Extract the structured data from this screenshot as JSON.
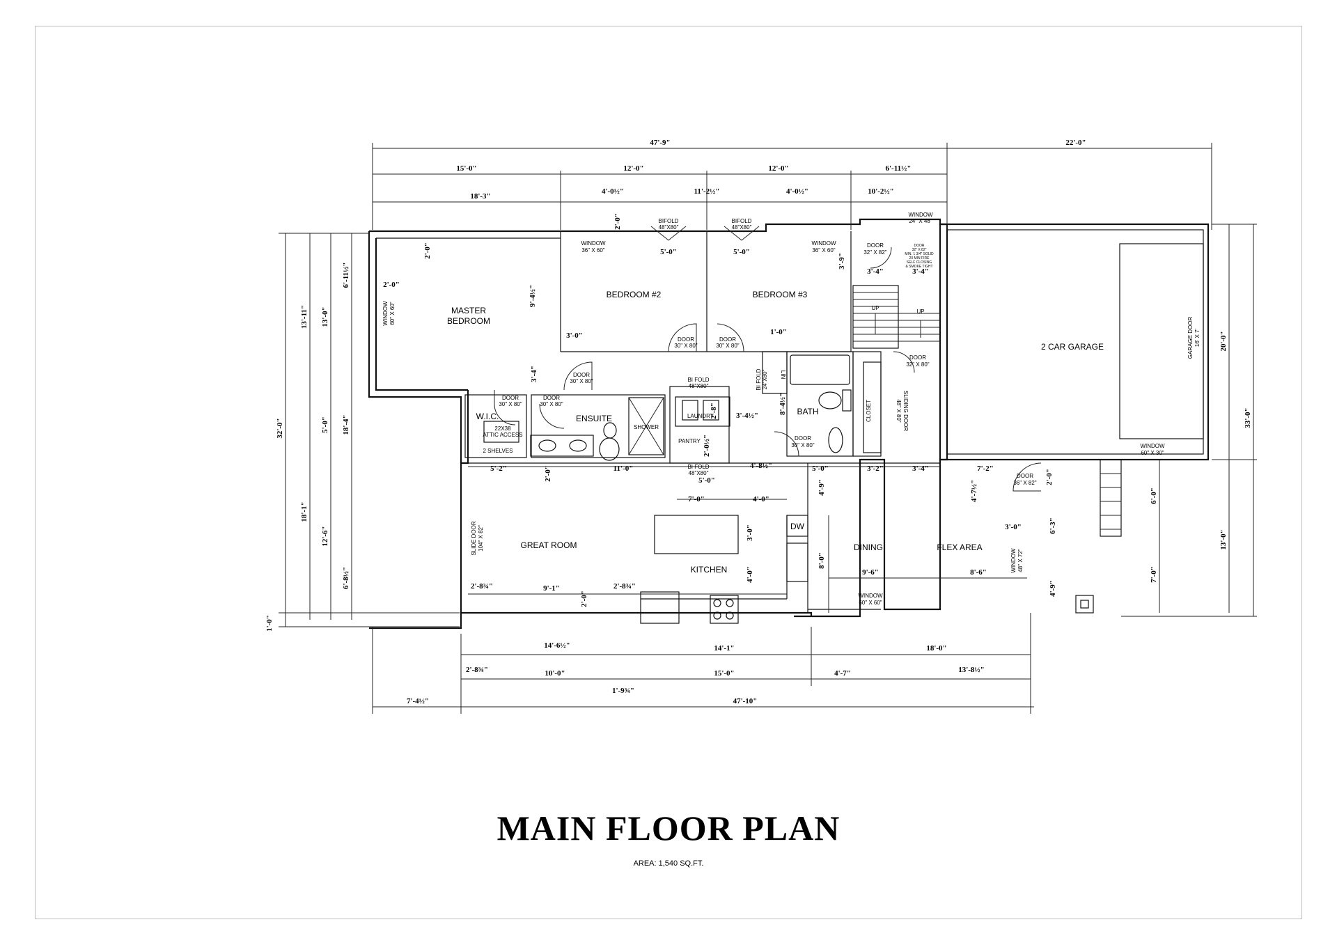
{
  "title": "MAIN FLOOR PLAN",
  "area": "AREA: 1,540 SQ.FT.",
  "rooms": {
    "master_bedroom_1": "MASTER",
    "master_bedroom_2": "BEDROOM",
    "bedroom2": "BEDROOM #2",
    "bedroom3": "BEDROOM #3",
    "garage": "2 CAR GARAGE",
    "wic": "W.I.C.",
    "ensuite": "ENSUITE",
    "shower": "SHOWER",
    "laundry": "LAUNDRY",
    "pantry": "PANTRY",
    "bath": "BATH",
    "closet": "CLOSET",
    "great_room": "GREAT ROOM",
    "kitchen": "KITCHEN",
    "dining": "DINING",
    "flex": "FLEX AREA",
    "dw": "DW",
    "up1": "UP",
    "up2": "UP"
  },
  "notes": {
    "window_36x60_a": "WINDOW",
    "window_36x60_a2": "36\" X 60\"",
    "bifold1": "BIFOLD",
    "bifold1b": "48\"X80\"",
    "bifold2": "BIFOLD",
    "bifold2b": "48\"X80\"",
    "window_36x60_b": "WINDOW",
    "window_36x60_b2": "36\" X 60\"",
    "door_32x82": "DOOR",
    "door_32x82b": "32\" X 82\"",
    "window_24x48": "WINDOW",
    "window_24x48b": "24\" X 48\"",
    "door_b2": "DOOR",
    "door_b2b": "30\" X 80\"",
    "door_b3": "DOOR",
    "door_b3b": "30\" X 80\"",
    "door_ens": "DOOR",
    "door_ens_b": "30\" X 80\"",
    "door_wic": "DOOR",
    "door_wic_b": "30\" X 80\"",
    "door_ens2": "DOOR",
    "door_ens2_b": "30\" X 80\"",
    "bifold_laundry": "BI FOLD",
    "bifold_laundry_b": "48\"X80\"",
    "bifold_pantry": "BI FOLD",
    "bifold_pantry_b": "48\"X80\"",
    "bifold_lin": "BI FOLD",
    "bifold_lin_b": "24\"X80\"",
    "lin": "LIN",
    "door_bath": "DOOR",
    "door_bath_b": "30\" X 80\"",
    "door_stair": "DOOR",
    "door_stair_b": "32\" X 80\"",
    "sliding_door": "SLIDING DOOR",
    "sliding_door_b": "48\" X 80\"",
    "attic": "22X38",
    "attic_b": "ATTIC ACCESS",
    "shelves": "2 SHELVES",
    "window_master": "WINDOW",
    "window_master_b": "60\" X 60\"",
    "slide_door": "SLIDE DOOR",
    "slide_door_b": "104\" X 82\"",
    "garage_door": "GARAGE DOOR",
    "garage_door_b": "16' X 7'",
    "window_garage": "WINDOW",
    "window_garage_b": "60\" X 30\"",
    "door_entry": "DOOR",
    "door_entry_b": "36\" X 82\"",
    "window_flex": "WINDOW",
    "window_flex_b": "48\" X 72\"",
    "window_dining": "WINDOW",
    "window_dining_b": "60\" X 60\"",
    "garage_note_1": "DOOR",
    "garage_note_2": "32\" X 82\"",
    "garage_note_3": "MIN. 1 3/4\" SOLID",
    "garage_note_4": "20 MIN FIRE",
    "garage_note_5": "SELF CLOSING",
    "garage_note_6": "& SMOKE TIGHT"
  },
  "dims": {
    "top_total": "47'-9\"",
    "garage_width": "22'-0\"",
    "t15": "15'-0\"",
    "t12a": "12'-0\"",
    "t12b": "12'-0\"",
    "t6": "6'-11½\"",
    "t18": "18'-3\"",
    "t4a": "4'-0½\"",
    "t11": "11'-2½\"",
    "t4b": "4'-0½\"",
    "t10": "10'-2½\"",
    "t2v": "2'-0\"",
    "b5a": "5'-0\"",
    "b5b": "5'-0\"",
    "r39": "3'-9\"",
    "s34a": "3'-4\"",
    "s34b": "3'-4\"",
    "m20": "2'-0\"",
    "m20h": "2'-0\"",
    "m94": "9'-4½\"",
    "m30": "3'-0\"",
    "e34": "3'-4\"",
    "b10": "1'-0\"",
    "l28": "2'-8\"",
    "l34": "3'-4½\"",
    "l84": "8'-4½\"",
    "l20": "2'-0½\"",
    "l50": "5'-0\"",
    "g52": "5'-2\"",
    "g20": "2'-0\"",
    "g11": "11'-0\"",
    "g48": "4'-8½\"",
    "g50": "5'-0\"",
    "g32": "3'-2\"",
    "g34": "3'-4\"",
    "g72": "7'-2\"",
    "g20b": "2'-0\"",
    "k70": "7'-0\"",
    "k40": "4'-0\"",
    "k30": "3'-0\"",
    "k40v": "4'-0\"",
    "k28a": "2'-8¾\"",
    "k91": "9'-1\"",
    "k28b": "2'-8¾\"",
    "k20": "2'-0\"",
    "d49": "4'-9\"",
    "d80": "8'-0\"",
    "d96": "9'-6\"",
    "d86": "8'-6\"",
    "d47": "4'-7½\"",
    "d30": "3'-0\"",
    "d63": "6'-3\"",
    "d49b": "4'-9\"",
    "r60": "6'-0\"",
    "r70": "7'-0\"",
    "r130": "13'-0\"",
    "r200": "20'-0\"",
    "r330": "33'-0\"",
    "l320": "32'-0\"",
    "l1311": "13'-11\"",
    "l130": "13'-0\"",
    "l611": "6'-11½\"",
    "l50b": "5'-0\"",
    "l184": "18'-4\"",
    "l181": "18'-1\"",
    "l126": "12'-6\"",
    "l68": "6'-8½\"",
    "l10": "1'-0\"",
    "bt146": "14'-6½\"",
    "bt141": "14'-1\"",
    "bt180": "18'-0\"",
    "bt28": "2'-8¾\"",
    "bt100": "10'-0\"",
    "bt150": "15'-0\"",
    "bt47": "4'-7\"",
    "bt138": "13'-8½\"",
    "bt19": "1'-9¾\"",
    "bt74": "7'-4½\"",
    "bt4710": "47'-10\""
  }
}
